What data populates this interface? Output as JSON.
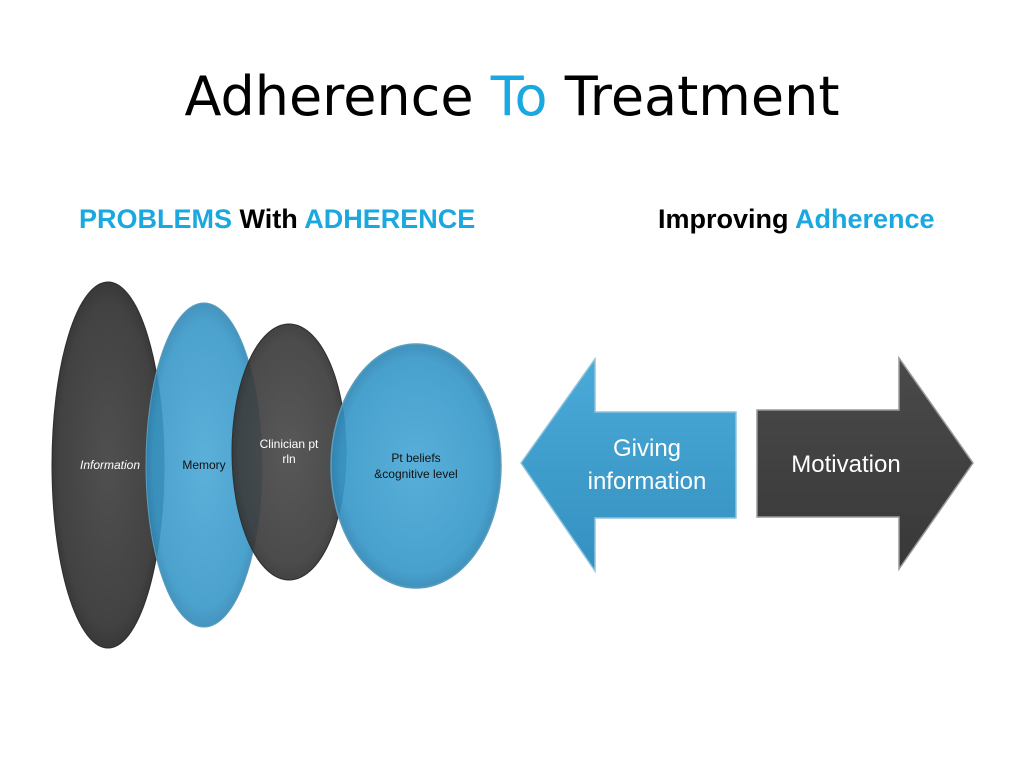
{
  "slide": {
    "title_part1": "Adherence ",
    "title_accent": "To",
    "title_part2": " Treatment",
    "left_heading": {
      "part1": "PROBLEMS",
      "part2": " With ",
      "part3": "ADHERENCE"
    },
    "right_heading": {
      "part1": "Improving ",
      "part2": "Adherence"
    }
  },
  "diagram": {
    "ellipses": [
      {
        "label": "Information",
        "style": "italic",
        "color": "#414141",
        "label_color": "#ffffff"
      },
      {
        "label": "Memory",
        "color": "#3d9fcf",
        "label_color": "#111111"
      },
      {
        "label_line1": "Clinician pt",
        "label_line2": "rln",
        "color": "#414141",
        "label_color": "#ffffff"
      },
      {
        "label_line1": "Pt beliefs",
        "label_line2": "&cognitive level",
        "color": "#3d9fcf",
        "label_color": "#111111"
      }
    ],
    "arrows": [
      {
        "label_line1": "Giving",
        "label_line2": "information",
        "direction": "left",
        "color": "#3d9fcf"
      },
      {
        "label": "Motivation",
        "direction": "right",
        "color": "#414141"
      }
    ]
  },
  "colors": {
    "accent": "#19a8df",
    "dark_shape": "#414141",
    "blue_shape": "#3d9fcf"
  }
}
